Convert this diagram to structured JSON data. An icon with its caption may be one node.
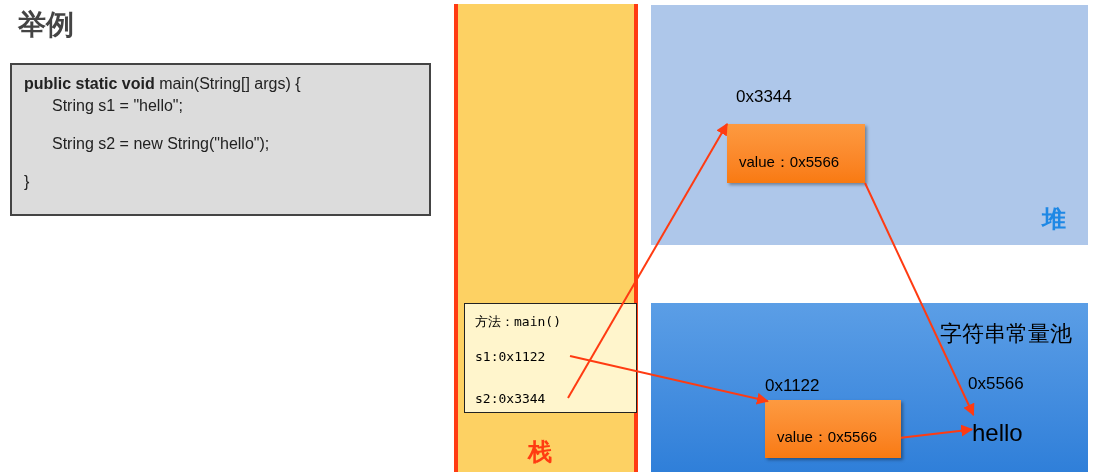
{
  "diagram": {
    "title": "举例",
    "nodes": [
      {
        "text": [
          "**public static void** main(String[] args) {",
          "String s1 = \"hello\";",
          "String s2 = new String(\"hello\");",
          "}"
        ]
      },
      {
        "text": [
          "栈"
        ]
      },
      {
        "text": [
          "方法：main()"
        ],
        "in": 1
      },
      {
        "text": [
          "s1:0x1122"
        ],
        "in": 2
      },
      {
        "text": [
          "s2:0x3344"
        ],
        "in": 2
      },
      {
        "text": [
          "堆"
        ]
      },
      {
        "text": [
          "value：0x5566"
        ],
        "in": 5,
        "beside": [
          "0x3344"
        ]
      },
      {
        "text": [
          "字符串常量池"
        ]
      },
      {
        "text": [
          "value：0x5566"
        ],
        "in": 7,
        "beside": [
          "0x1122"
        ]
      },
      {
        "text": [
          "hello"
        ],
        "in": 7,
        "beside": [
          "0x5566"
        ]
      }
    ],
    "edges": [
      {
        "from": 3,
        "to": 8,
        "arrow": "to"
      },
      {
        "from": 4,
        "to": 6,
        "arrow": "to"
      },
      {
        "from": 6,
        "to": 9,
        "arrow": "to"
      },
      {
        "from": 8,
        "to": 9,
        "arrow": "to"
      }
    ]
  }
}
